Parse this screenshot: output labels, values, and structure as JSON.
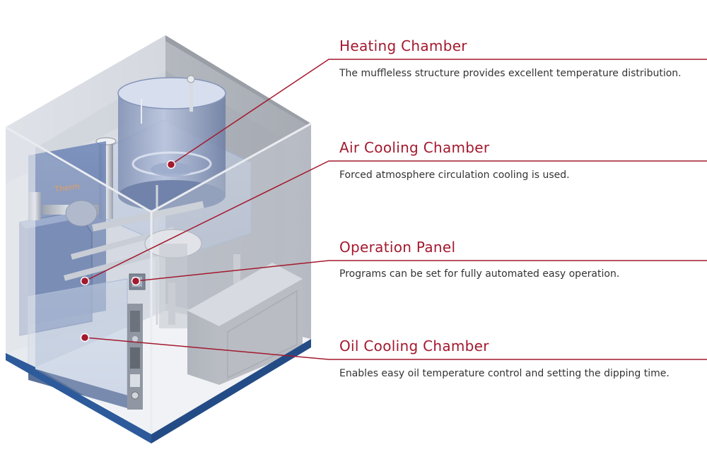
{
  "colors": {
    "accent": "#a3192e",
    "text": "#333333",
    "base": "#2d5a9a"
  },
  "brand_text": "Therm",
  "callouts": [
    {
      "title": "Heating Chamber",
      "description": "The muffleless structure provides excellent temperature distribution."
    },
    {
      "title": "Air Cooling Chamber",
      "description": "Forced atmosphere circulation cooling is used."
    },
    {
      "title": "Operation Panel",
      "description": "Programs can be set for fully automated easy operation."
    },
    {
      "title": "Oil Cooling Chamber",
      "description": "Enables easy oil temperature control and setting the dipping time."
    }
  ]
}
